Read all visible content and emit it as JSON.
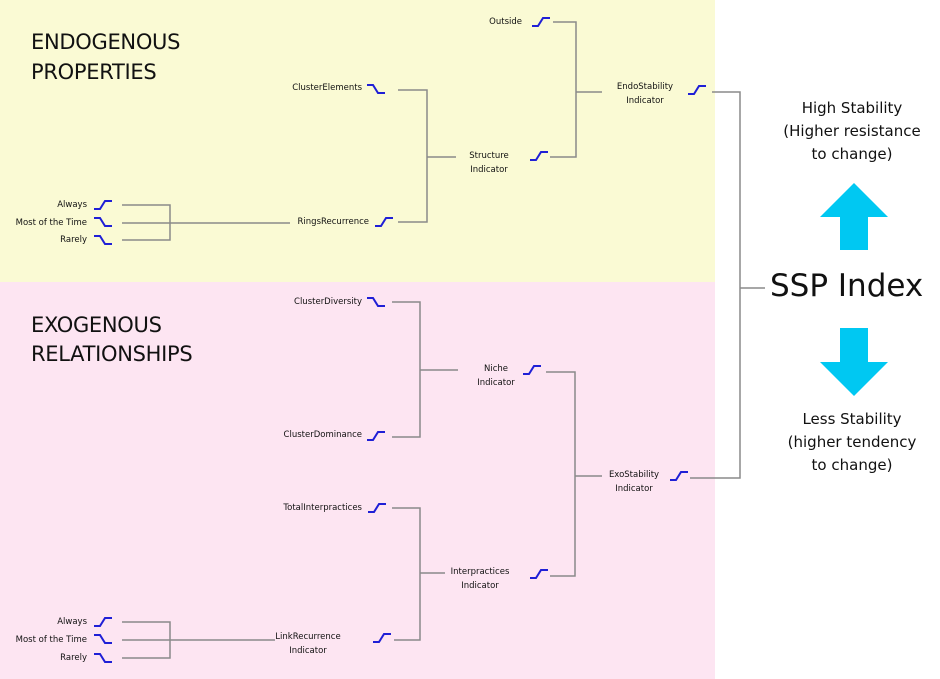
{
  "sections": {
    "endogenous": {
      "line1": "ENDOGENOUS",
      "line2": "PROPERTIES"
    },
    "exogenous": {
      "line1": "EXOGENOUS",
      "line2": "RELATIONSHIPS"
    }
  },
  "endo_nodes": {
    "outside": "Outside",
    "endo_stability": {
      "line1": "EndoStability",
      "line2": "Indicator"
    },
    "cluster_elements": "ClusterElements",
    "structure": {
      "line1": "Structure",
      "line2": "Indicator"
    },
    "rings_recurrence": "RingsRecurrence",
    "options": [
      "Always",
      "Most of the Time",
      "Rarely"
    ]
  },
  "exo_nodes": {
    "cluster_diversity": "ClusterDiversity",
    "cluster_dominance": "ClusterDominance",
    "niche": {
      "line1": "Niche",
      "line2": "Indicator"
    },
    "exo_stability": {
      "line1": "ExoStability",
      "line2": "Indicator"
    },
    "total_interpractices": "TotalInterpractices",
    "interpractices": {
      "line1": "Interpractices",
      "line2": "Indicator"
    },
    "link_recurrence": {
      "line1": "LinkRecurrence",
      "line2": "Indicator"
    },
    "options": [
      "Always",
      "Most of the Time",
      "Rarely"
    ]
  },
  "index": {
    "title": "SSP Index",
    "high": [
      "High Stability",
      "(Higher resistance",
      "to change)"
    ],
    "low": [
      "Less Stability",
      "(higher tendency",
      "to change)"
    ]
  },
  "colors": {
    "endo_bg": "#fafad4",
    "exo_bg": "#fde5f2",
    "arrow": "#00c8f2",
    "icon": "#1f1fd6"
  }
}
